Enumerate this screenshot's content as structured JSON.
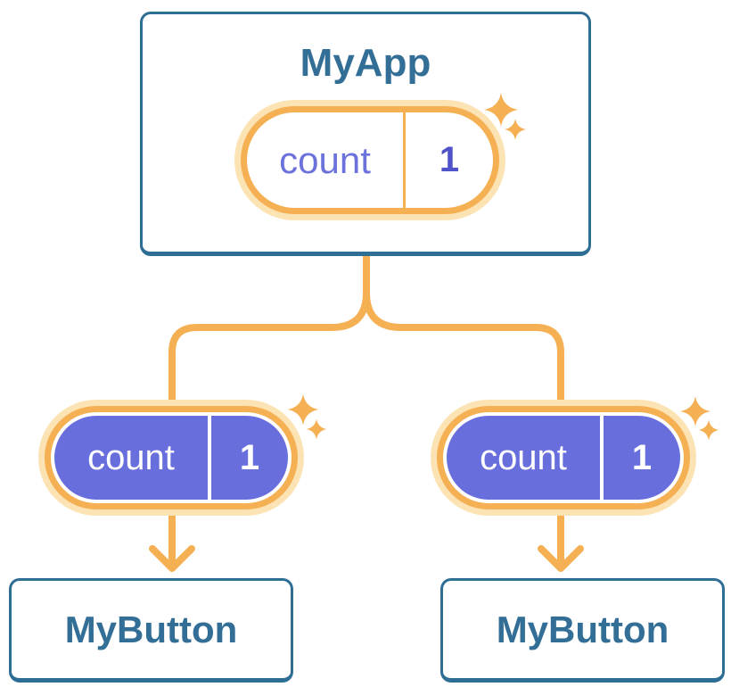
{
  "tree": {
    "parent": {
      "title": "MyApp",
      "state": {
        "name": "count",
        "value": "1"
      }
    },
    "children": [
      {
        "title": "MyButton",
        "state": {
          "name": "count",
          "value": "1"
        }
      },
      {
        "title": "MyButton",
        "state": {
          "name": "count",
          "value": "1"
        }
      }
    ]
  },
  "colors": {
    "card_border_blue": "#2E6D94",
    "card_text_blue": "#326E96",
    "card_bg": "#FFFFFF",
    "connector_orange": "#F6B054",
    "pill_glow_peach": "#FCE3B4",
    "pill_fill_purple": "#686FDC",
    "state_name_purple": "#6C72DB",
    "state_value_indigo": "#4F52C8",
    "text_on_purple": "#FFFFFF",
    "sparkle_orange": "#F6B054"
  }
}
